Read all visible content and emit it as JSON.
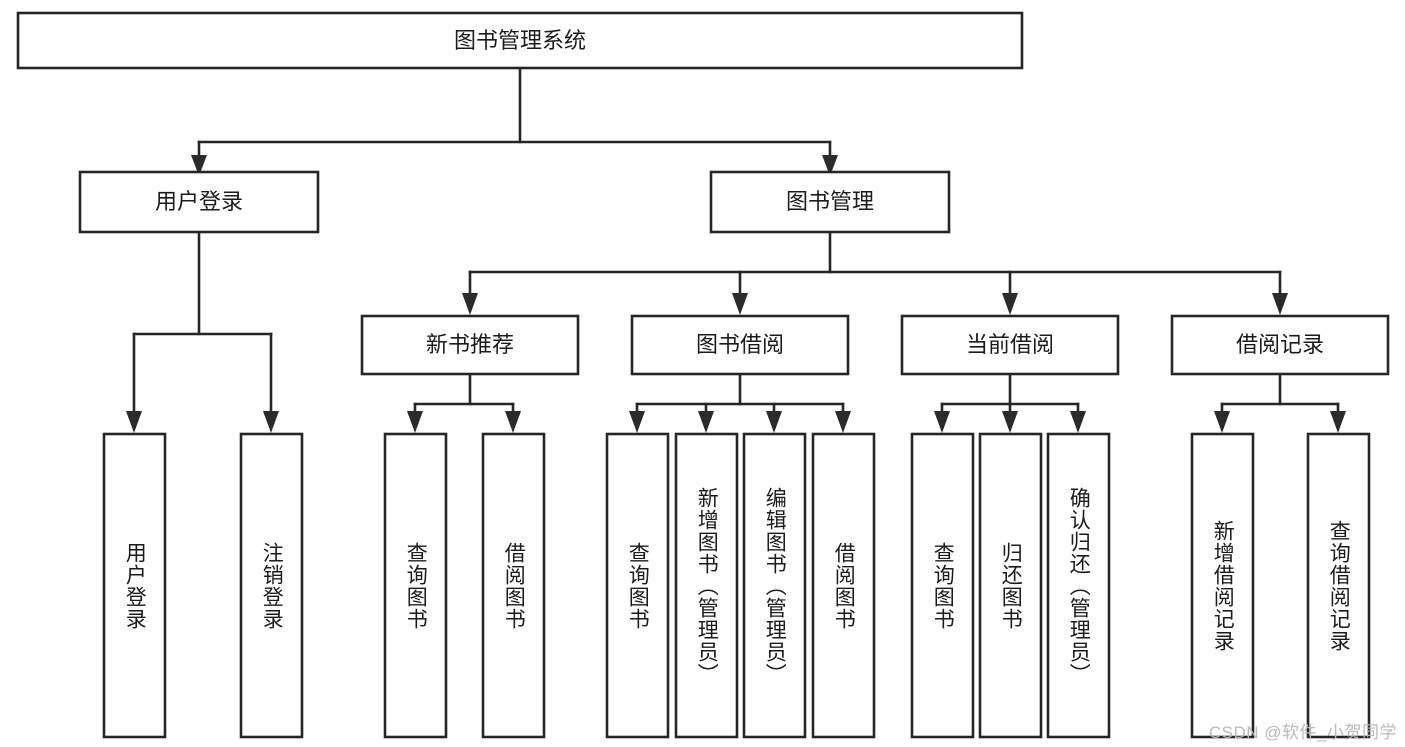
{
  "diagram": {
    "type": "hierarchy-tree",
    "title": "图书管理系统",
    "background_color": "#ffffff",
    "line_color": "#262626",
    "text_color": "#1b1b1b",
    "watermark": "CSDN @软件_小贺同学",
    "levels": {
      "root": {
        "label": "图书管理系统"
      },
      "level2": [
        {
          "label": "用户登录"
        },
        {
          "label": "图书管理"
        }
      ],
      "level3": [
        {
          "label": "新书推荐"
        },
        {
          "label": "图书借阅"
        },
        {
          "label": "当前借阅"
        },
        {
          "label": "借阅记录"
        }
      ],
      "leaves": {
        "user_login": [
          {
            "label": "用户登录"
          },
          {
            "label": "注销登录"
          }
        ],
        "new_book_recommend": [
          {
            "label": "查询图书"
          },
          {
            "label": "借阅图书"
          }
        ],
        "book_borrow": [
          {
            "label": "查询图书"
          },
          {
            "label": "新增图书（管理员）"
          },
          {
            "label": "编辑图书（管理员）"
          },
          {
            "label": "借阅图书"
          }
        ],
        "current_borrow": [
          {
            "label": "查询图书"
          },
          {
            "label": "归还图书"
          },
          {
            "label": "确认归还（管理员）"
          }
        ],
        "borrow_record": [
          {
            "label": "新增借阅记录"
          },
          {
            "label": "查询借阅记录"
          }
        ]
      }
    }
  }
}
